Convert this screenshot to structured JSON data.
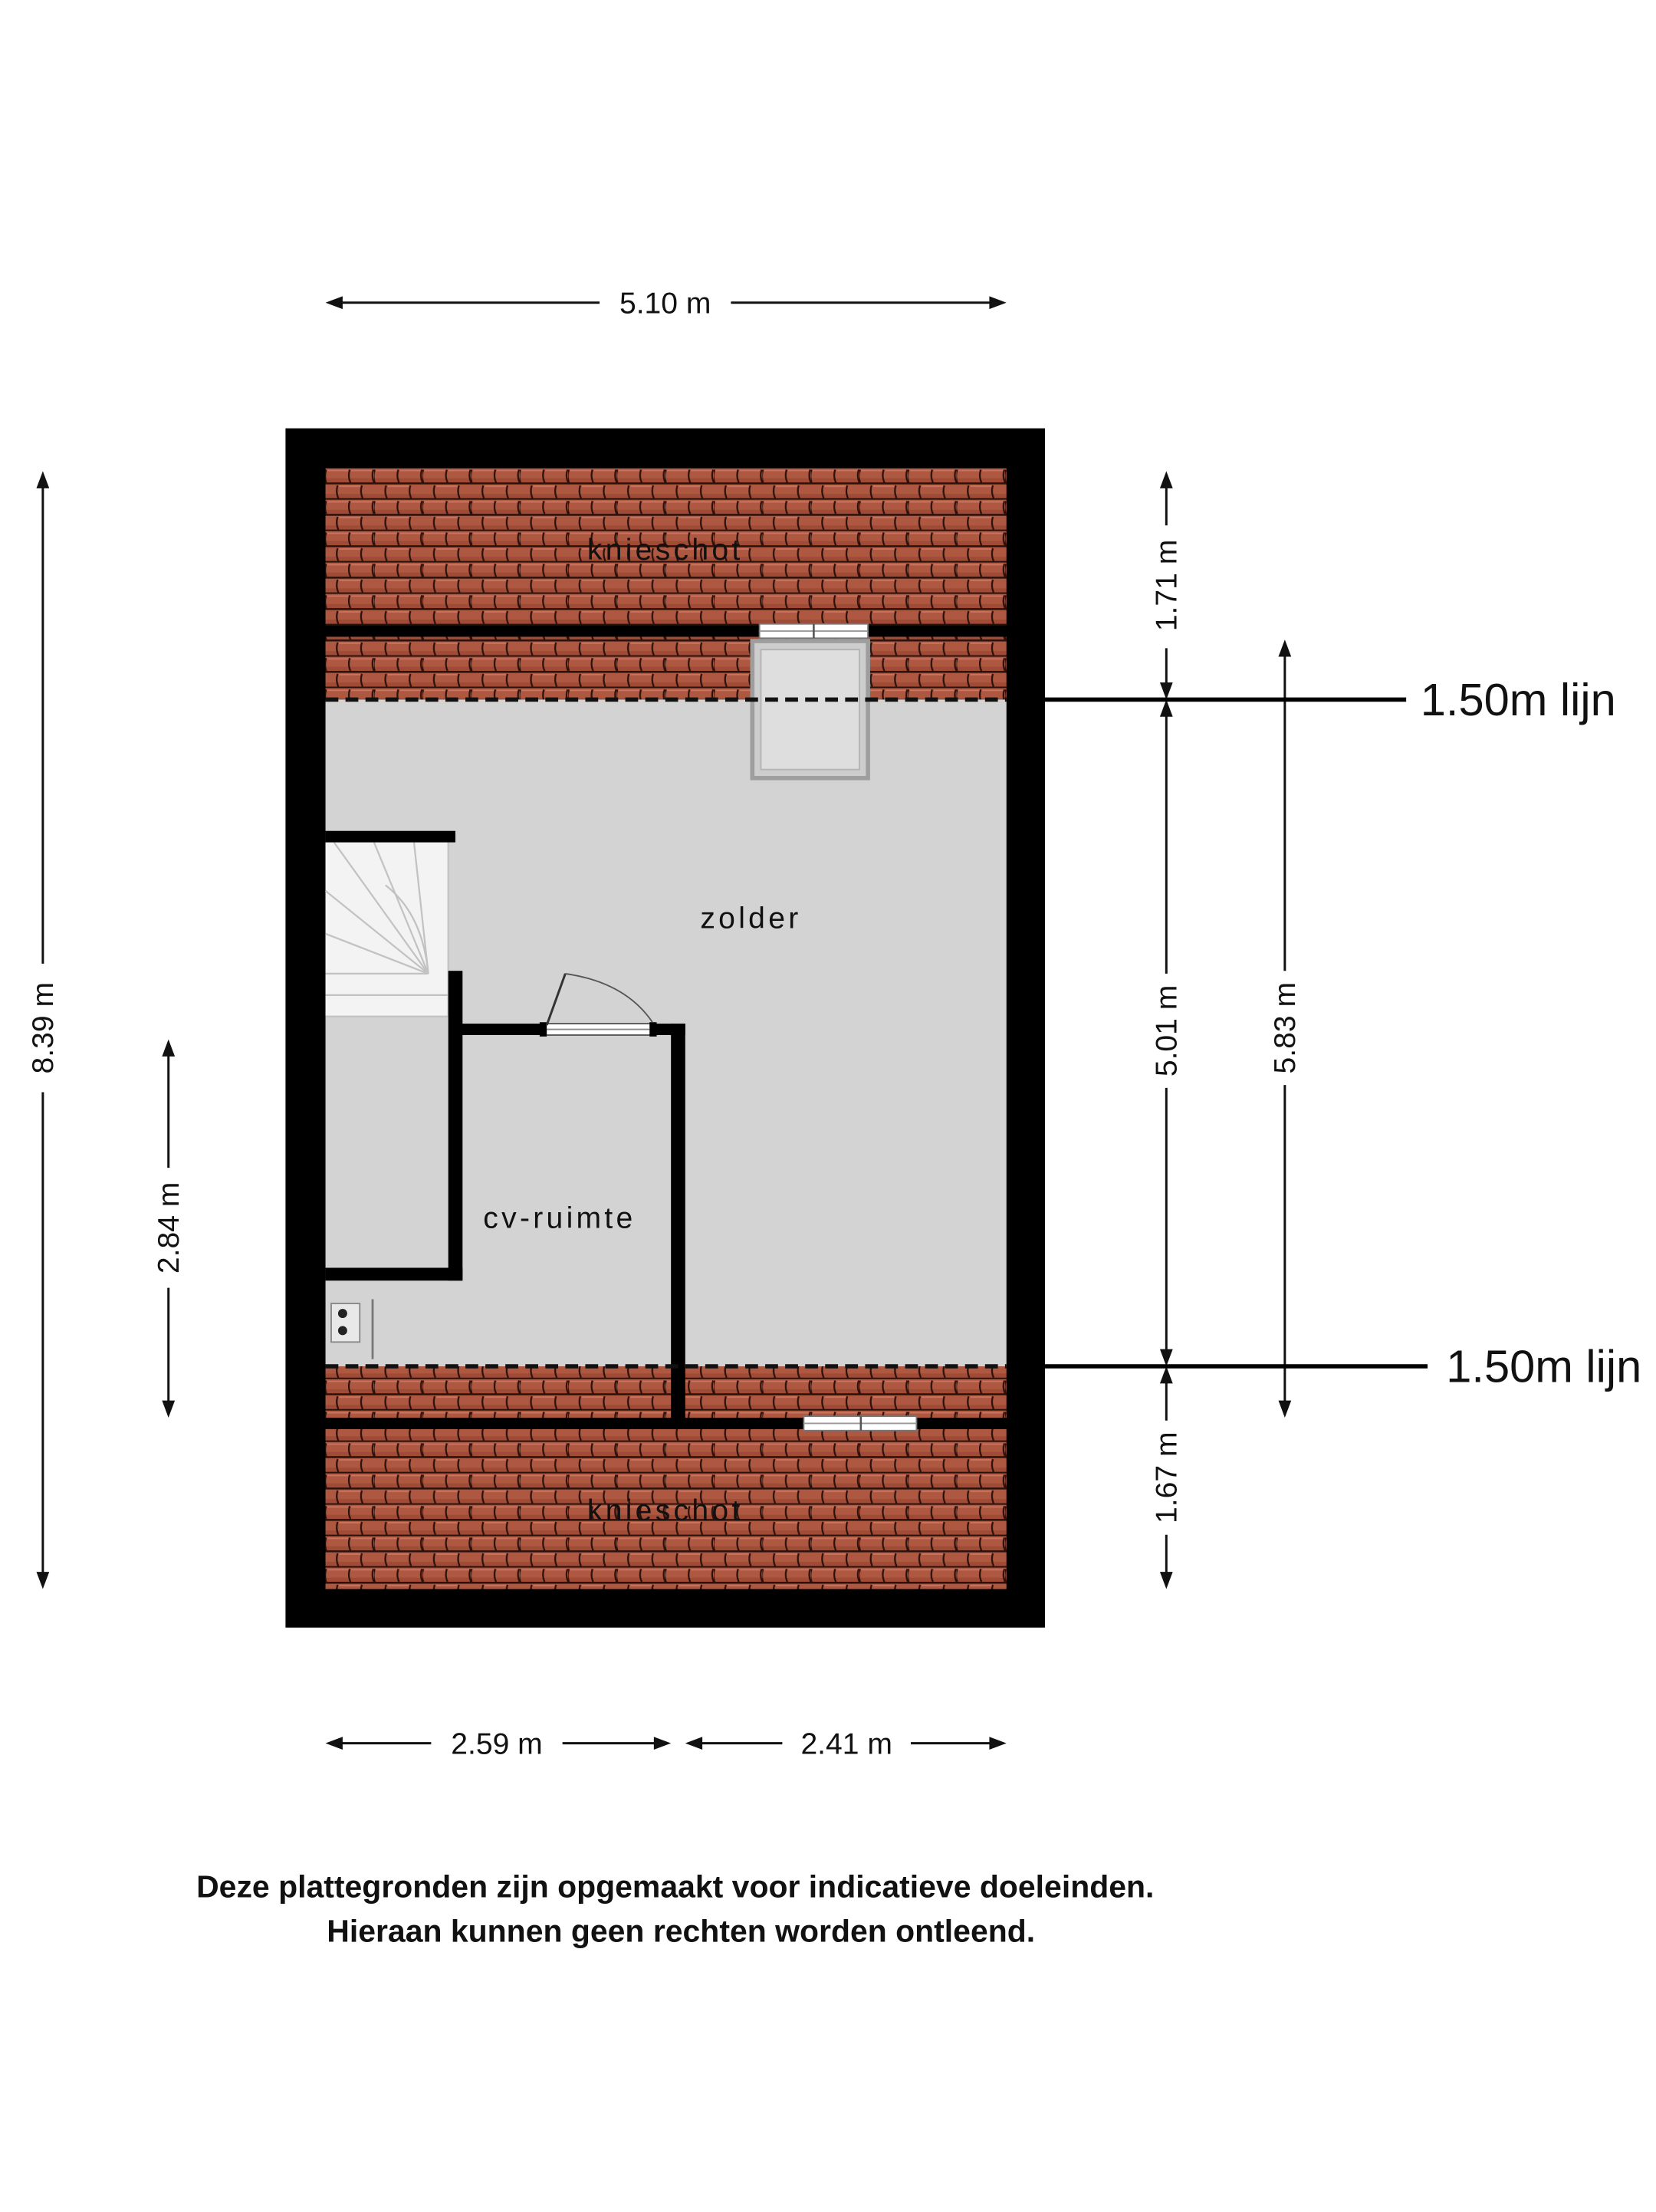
{
  "dimensions": {
    "top_width": "5.10 m",
    "left_total": "8.39 m",
    "left_cv": "2.84 m",
    "right_top": "1.71 m",
    "right_middle": "5.01 m",
    "right_bottom": "1.67 m",
    "right_outer": "5.83 m",
    "bottom_left": "2.59 m",
    "bottom_right": "2.41 m"
  },
  "height_lines": {
    "top": "1.50m lijn",
    "bottom": "1.50m lijn"
  },
  "rooms": {
    "knieschot_top": "knieschot",
    "zolder": "zolder",
    "cv_ruimte": "cv-ruimte",
    "knieschot_bottom": "knieschot"
  },
  "disclaimer": {
    "line1": "Deze plattegronden zijn opgemaakt voor indicatieve doeleinden.",
    "line2": "Hieraan kunnen geen rechten worden ontleend."
  },
  "colors": {
    "wall": "#000000",
    "floor": "#d3d3d3",
    "roof_tiles": "#ae5842",
    "stairs": "#f3f3f3",
    "background": "#ffffff"
  }
}
